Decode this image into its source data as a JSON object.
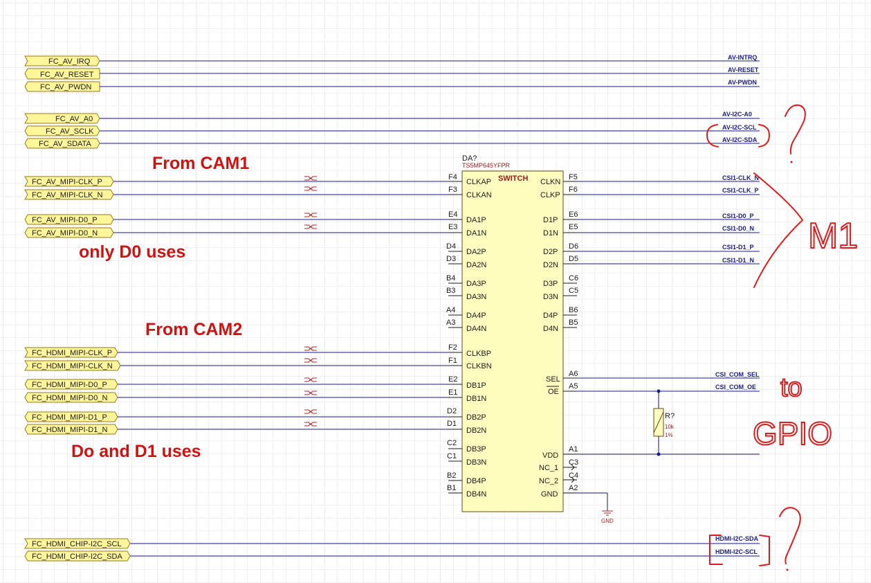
{
  "grid": {
    "color": "#dedede"
  },
  "ports": [
    {
      "label": "FC_AV_IRQ"
    },
    {
      "label": "FC_AV_RESET"
    },
    {
      "label": "FC_AV_PWDN"
    },
    {
      "label": "FC_AV_A0"
    },
    {
      "label": "FC_AV_SCLK"
    },
    {
      "label": "FC_AV_SDATA"
    },
    {
      "label": "FC_AV_MIPI-CLK_P"
    },
    {
      "label": "FC_AV_MIPI-CLK_N"
    },
    {
      "label": "FC_AV_MIPI-D0_P"
    },
    {
      "label": "FC_AV_MIPI-D0_N"
    },
    {
      "label": "FC_HDMI_MIPI-CLK_P"
    },
    {
      "label": "FC_HDMI_MIPI-CLK_N"
    },
    {
      "label": "FC_HDMI_MIPI-D0_P"
    },
    {
      "label": "FC_HDMI_MIPI-D0_N"
    },
    {
      "label": "FC_HDMI_MIPI-D1_P"
    },
    {
      "label": "FC_HDMI_MIPI-D1_N"
    },
    {
      "label": "FC_HDMI_CHIP-I2C_SCL"
    },
    {
      "label": "FC_HDMI_CHIP-I2C_SDA"
    }
  ],
  "nets_right": [
    {
      "label": "AV-INTRQ"
    },
    {
      "label": "AV-RESET"
    },
    {
      "label": "AV-PWDN"
    },
    {
      "label": "AV-I2C-A0"
    },
    {
      "label": "AV-I2C-SCL"
    },
    {
      "label": "AV-I2C-SDA"
    },
    {
      "label": "CSI1-CLK_N"
    },
    {
      "label": "CSI1-CLK_P"
    },
    {
      "label": "CSI1-D0_P"
    },
    {
      "label": "CSI1-D0_N"
    },
    {
      "label": "CSI1-D1_P"
    },
    {
      "label": "CSI1-D1_N"
    },
    {
      "label": "CSI_COM_SEL"
    },
    {
      "label": "CSI_COM_OE"
    },
    {
      "label": "HDMI-I2C-SDA"
    },
    {
      "label": "HDMI-I2C-SCL"
    }
  ],
  "component": {
    "designator": "DA?",
    "part": "TS5MP645YFPR",
    "title": "SWITCH",
    "left_pins": [
      {
        "num": "F4",
        "name": "CLKAP"
      },
      {
        "num": "F3",
        "name": "CLKAN"
      },
      {
        "num": "E4",
        "name": "DA1P"
      },
      {
        "num": "E3",
        "name": "DA1N"
      },
      {
        "num": "D4",
        "name": "DA2P"
      },
      {
        "num": "D3",
        "name": "DA2N"
      },
      {
        "num": "B4",
        "name": "DA3P"
      },
      {
        "num": "B3",
        "name": "DA3N"
      },
      {
        "num": "A4",
        "name": "DA4P"
      },
      {
        "num": "A3",
        "name": "DA4N"
      },
      {
        "num": "F2",
        "name": "CLKBP"
      },
      {
        "num": "F1",
        "name": "CLKBN"
      },
      {
        "num": "E2",
        "name": "DB1P"
      },
      {
        "num": "E1",
        "name": "DB1N"
      },
      {
        "num": "D2",
        "name": "DB2P"
      },
      {
        "num": "D1",
        "name": "DB2N"
      },
      {
        "num": "C2",
        "name": "DB3P"
      },
      {
        "num": "C1",
        "name": "DB3N"
      },
      {
        "num": "B2",
        "name": "DB4P"
      },
      {
        "num": "B1",
        "name": "DB4N"
      }
    ],
    "right_pins": [
      {
        "num": "F5",
        "name": "CLKN"
      },
      {
        "num": "F6",
        "name": "CLKP"
      },
      {
        "num": "E6",
        "name": "D1P"
      },
      {
        "num": "E5",
        "name": "D1N"
      },
      {
        "num": "D6",
        "name": "D2P"
      },
      {
        "num": "D5",
        "name": "D2N"
      },
      {
        "num": "C6",
        "name": "D3P"
      },
      {
        "num": "C5",
        "name": "D3N"
      },
      {
        "num": "B6",
        "name": "D4P"
      },
      {
        "num": "B5",
        "name": "D4N"
      },
      {
        "num": "A6",
        "name": "SEL"
      },
      {
        "num": "A5",
        "name": "OE"
      },
      {
        "num": "A1",
        "name": "VDD"
      },
      {
        "num": "C3",
        "name": "NC_1"
      },
      {
        "num": "C4",
        "name": "NC_2"
      },
      {
        "num": "A2",
        "name": "GND"
      }
    ]
  },
  "resistor": {
    "designator": "R?",
    "value": "10k",
    "tolerance": "1%"
  },
  "gnd_label": "GND",
  "annotations": {
    "cam1": "From CAM1",
    "cam2": "From CAM2",
    "d0": "only D0 uses",
    "d0d1": "Do and D1 uses"
  },
  "handwriting": {
    "m1": "M1",
    "to": "to",
    "gpio": "GPIO"
  },
  "colors": {
    "wire": "#1a1a8a",
    "annotation": "#d11010",
    "port_fill": "#fff59a",
    "component_fill": "#fffcc0"
  }
}
